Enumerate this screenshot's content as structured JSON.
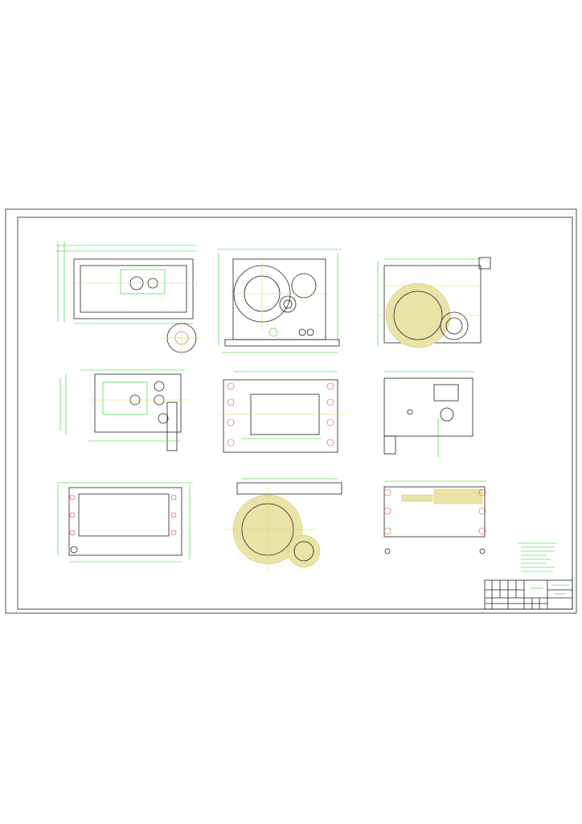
{
  "drawing": {
    "colors": {
      "outline": "#222222",
      "dimension": "#19d219",
      "centerline": "#e6d84a",
      "hidden": "#d04a3a"
    },
    "views": [
      "top-view-left",
      "front-view-center",
      "section-view-right",
      "side-view-left",
      "plan-view-center",
      "side-view-right",
      "bottom-view-left",
      "section-view-center",
      "section-view-right-lower",
      "detail-view"
    ]
  }
}
